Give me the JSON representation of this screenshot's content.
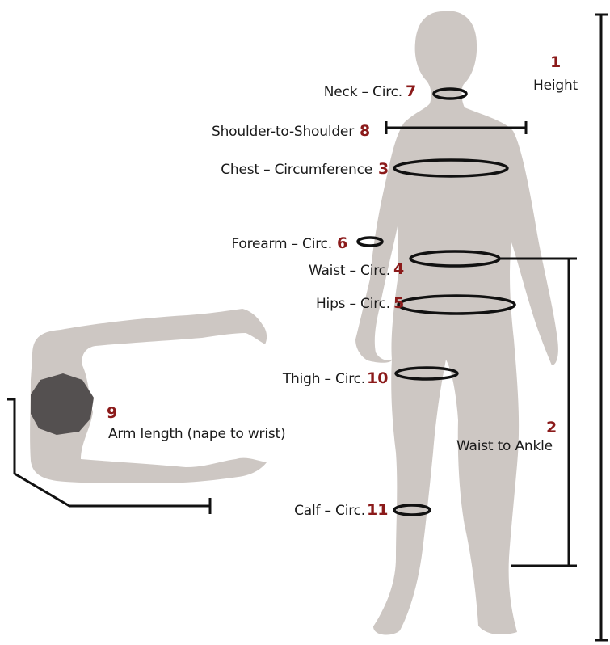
{
  "colors": {
    "silhouette": "#cdc7c3",
    "head_top_view": "#545050",
    "line": "#111111",
    "number": "#8b1a1a"
  },
  "measurements": [
    {
      "number": "1",
      "label": "Height"
    },
    {
      "number": "2",
      "label": "Waist to Ankle"
    },
    {
      "number": "3",
      "label": "Chest – Circumference"
    },
    {
      "number": "4",
      "label": "Waist – Circ."
    },
    {
      "number": "5",
      "label": "Hips – Circ."
    },
    {
      "number": "6",
      "label": "Forearm – Circ."
    },
    {
      "number": "7",
      "label": "Neck – Circ."
    },
    {
      "number": "8",
      "label": "Shoulder-to-Shoulder"
    },
    {
      "number": "9",
      "label": "Arm length (nape to wrist)"
    },
    {
      "number": "10",
      "label": "Thigh – Circ."
    },
    {
      "number": "11",
      "label": "Calf – Circ."
    }
  ]
}
